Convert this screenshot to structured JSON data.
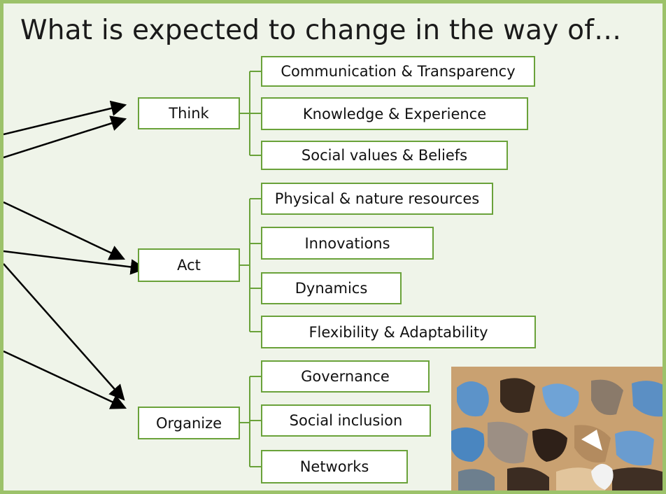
{
  "title": "What is expected to change in the way of…",
  "groups": [
    {
      "label": "Think",
      "items": [
        "Communication & Transparency",
        "Knowledge & Experience",
        "Social values & Beliefs"
      ]
    },
    {
      "label": "Act",
      "items": [
        "Physical & nature resources",
        "Innovations",
        "Dynamics",
        "Flexibility & Adaptability"
      ]
    },
    {
      "label": "Organize",
      "items": [
        "Governance",
        "Social inclusion",
        "Networks"
      ]
    }
  ],
  "colors": {
    "box_border": "#6aa23a",
    "frame": "#9cc26a",
    "background": "#eff4e9"
  }
}
